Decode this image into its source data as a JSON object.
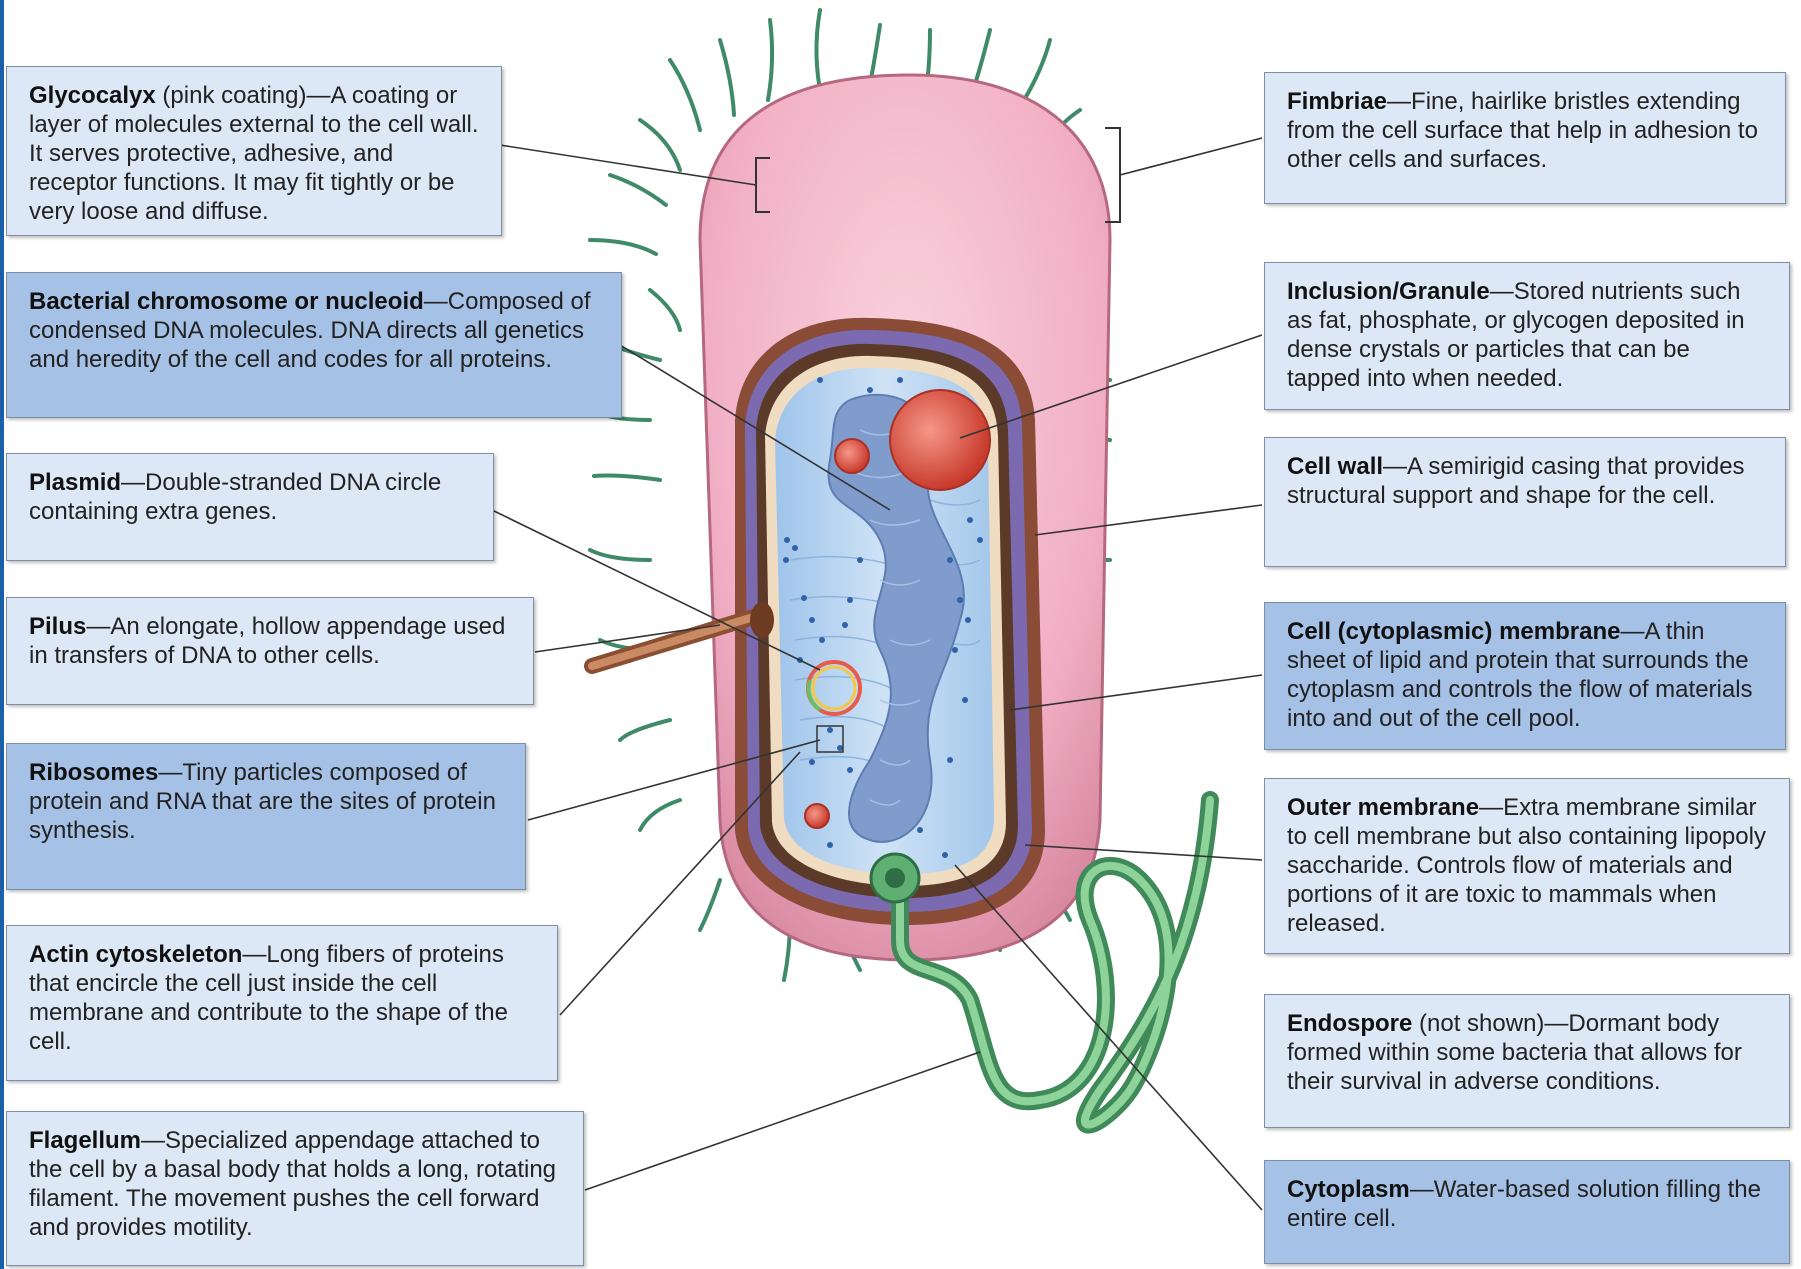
{
  "colors": {
    "capsule": "#f1aec4",
    "capsule_edge": "#b5687e",
    "cell_wall": "#8a4c36",
    "outer_membrane": "#7c6ab0",
    "cell_membrane": "#f0dcc0",
    "cytoplasm": "#b8d6f0",
    "nucleoid": "#7f9ccc",
    "granule": "#e04a3a",
    "fimbriae": "#3f8a68",
    "flagellum": "#5fae72",
    "pilus": "#b26a48",
    "ribosome": "#2f62a8",
    "box_light": "#dde8f6",
    "box_dark": "#a6c1e6",
    "leader": "#333333"
  },
  "labels": {
    "glycocalyx": {
      "term": "Glycocalyx",
      "text": " (pink coating)—A coating or layer of molecules external to the cell wall. It serves protective, adhesive, and receptor functions. It may fit tightly or be very loose and diffuse."
    },
    "chromosome": {
      "term": "Bacterial chromosome or nucleoid",
      "text": "—Composed of condensed DNA molecules. DNA directs all genetics and heredity of the cell and codes for all proteins."
    },
    "plasmid": {
      "term": "Plasmid",
      "text": "—Double-stranded DNA circle containing extra genes."
    },
    "pilus": {
      "term": "Pilus",
      "text": "—An elongate, hollow appendage used in transfers of DNA to other cells."
    },
    "ribosomes": {
      "term": "Ribosomes",
      "text": "—Tiny particles composed of protein and RNA that are the sites of protein synthesis."
    },
    "actin": {
      "term": "Actin cytoskeleton",
      "text": "—Long fibers of proteins that encircle the cell just inside the cell membrane and contribute to the shape of the cell."
    },
    "flagellum": {
      "term": "Flagellum",
      "text": "—Specialized appendage attached to the cell by a basal body that holds a long, rotating filament. The movement pushes the cell forward and provides motility."
    },
    "fimbriae": {
      "term": "Fimbriae",
      "text": "—Fine, hairlike bristles extending from the cell surface that help in adhesion to other cells and surfaces."
    },
    "inclusion": {
      "term": "Inclusion/Granule",
      "text": "—Stored nutrients such as fat, phosphate, or glycogen deposited in dense crystals or particles that can be tapped into when needed."
    },
    "cell_wall": {
      "term": "Cell wall",
      "text": "—A semirigid casing that provides structural support and shape for the cell."
    },
    "cell_membrane": {
      "term": "Cell (cytoplasmic) membrane",
      "text": "—A thin sheet of lipid and protein that surrounds the cytoplasm and controls the flow of materials into and out of the cell pool."
    },
    "outer_membrane": {
      "term": "Outer membrane",
      "text": "—Extra membrane similar to cell membrane but also containing lipopoly saccharide. Controls flow of materials and portions of it are toxic to mammals when released."
    },
    "endospore": {
      "term": "Endospore",
      "text": " (not shown)—Dormant body formed within some bacteria that allows for their survival in adverse conditions."
    },
    "cytoplasm": {
      "term": "Cytoplasm",
      "text": "—Water-based solution filling the entire cell."
    }
  }
}
